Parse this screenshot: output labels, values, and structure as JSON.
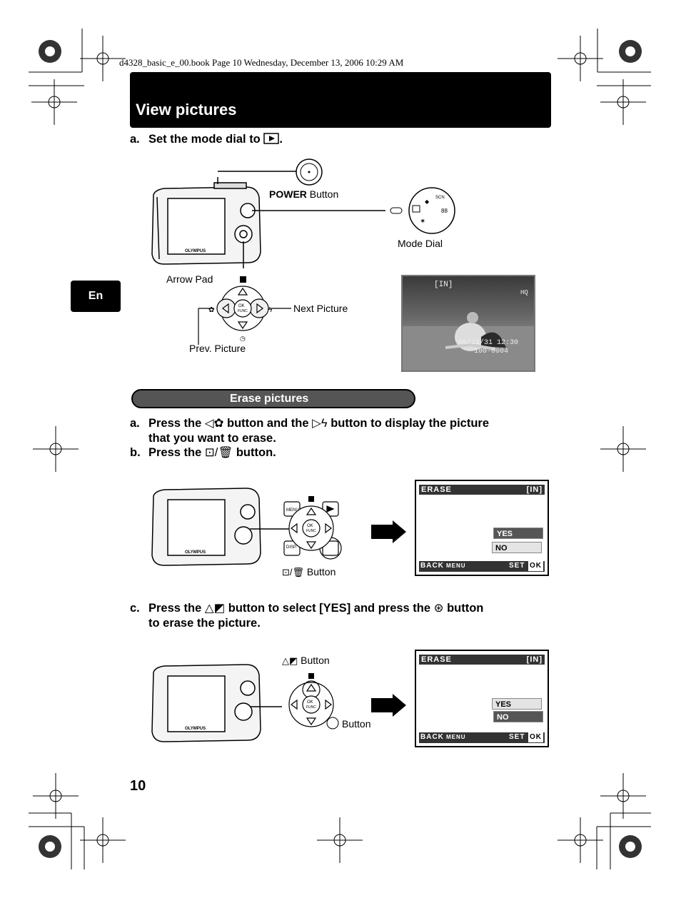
{
  "header_line": "d4328_basic_e_00.book  Page 10  Wednesday, December 13, 2006  10:29 AM",
  "title": "View pictures",
  "lang_tab": "En",
  "view_step_a": {
    "label": "a.",
    "text": "Set the mode dial to",
    "icon": "playback-icon",
    "end": "."
  },
  "captions": {
    "power_button": "Button",
    "power_word": "POWER",
    "mode_dial": "Mode Dial",
    "arrow_pad": "Arrow Pad",
    "next_picture": "Next Picture",
    "prev_picture": "Prev. Picture",
    "erase_button": "Button",
    "up_button": "Button",
    "ok_button": "Button"
  },
  "photo": {
    "mem": "[IN]",
    "quality": "HQ",
    "datetime": "'06/12/31 12:30",
    "file": "100-0004"
  },
  "section": "Erase pictures",
  "erase_steps": [
    {
      "label": "a.",
      "line1_pre": "Press the",
      "line1_mid": "button and the",
      "line1_post": "button to display the picture",
      "line2": "that you want to erase."
    },
    {
      "label": "b.",
      "pre": "Press the",
      "post": "button."
    },
    {
      "label": "c.",
      "pre": "Press the",
      "mid": "button to select [YES] and press the",
      "post": "button",
      "line2": "to erase the picture."
    }
  ],
  "erase_screen": {
    "title": "ERASE",
    "mem": "[IN]",
    "yes": "YES",
    "no": "NO",
    "back": "BACK",
    "menu": "MENU",
    "set": "SET",
    "ok": "OK"
  },
  "pad_labels": {
    "menu": "MENU",
    "disp": "DISP.",
    "ok": "OK",
    "func": "FUNC"
  },
  "page_number": "10"
}
